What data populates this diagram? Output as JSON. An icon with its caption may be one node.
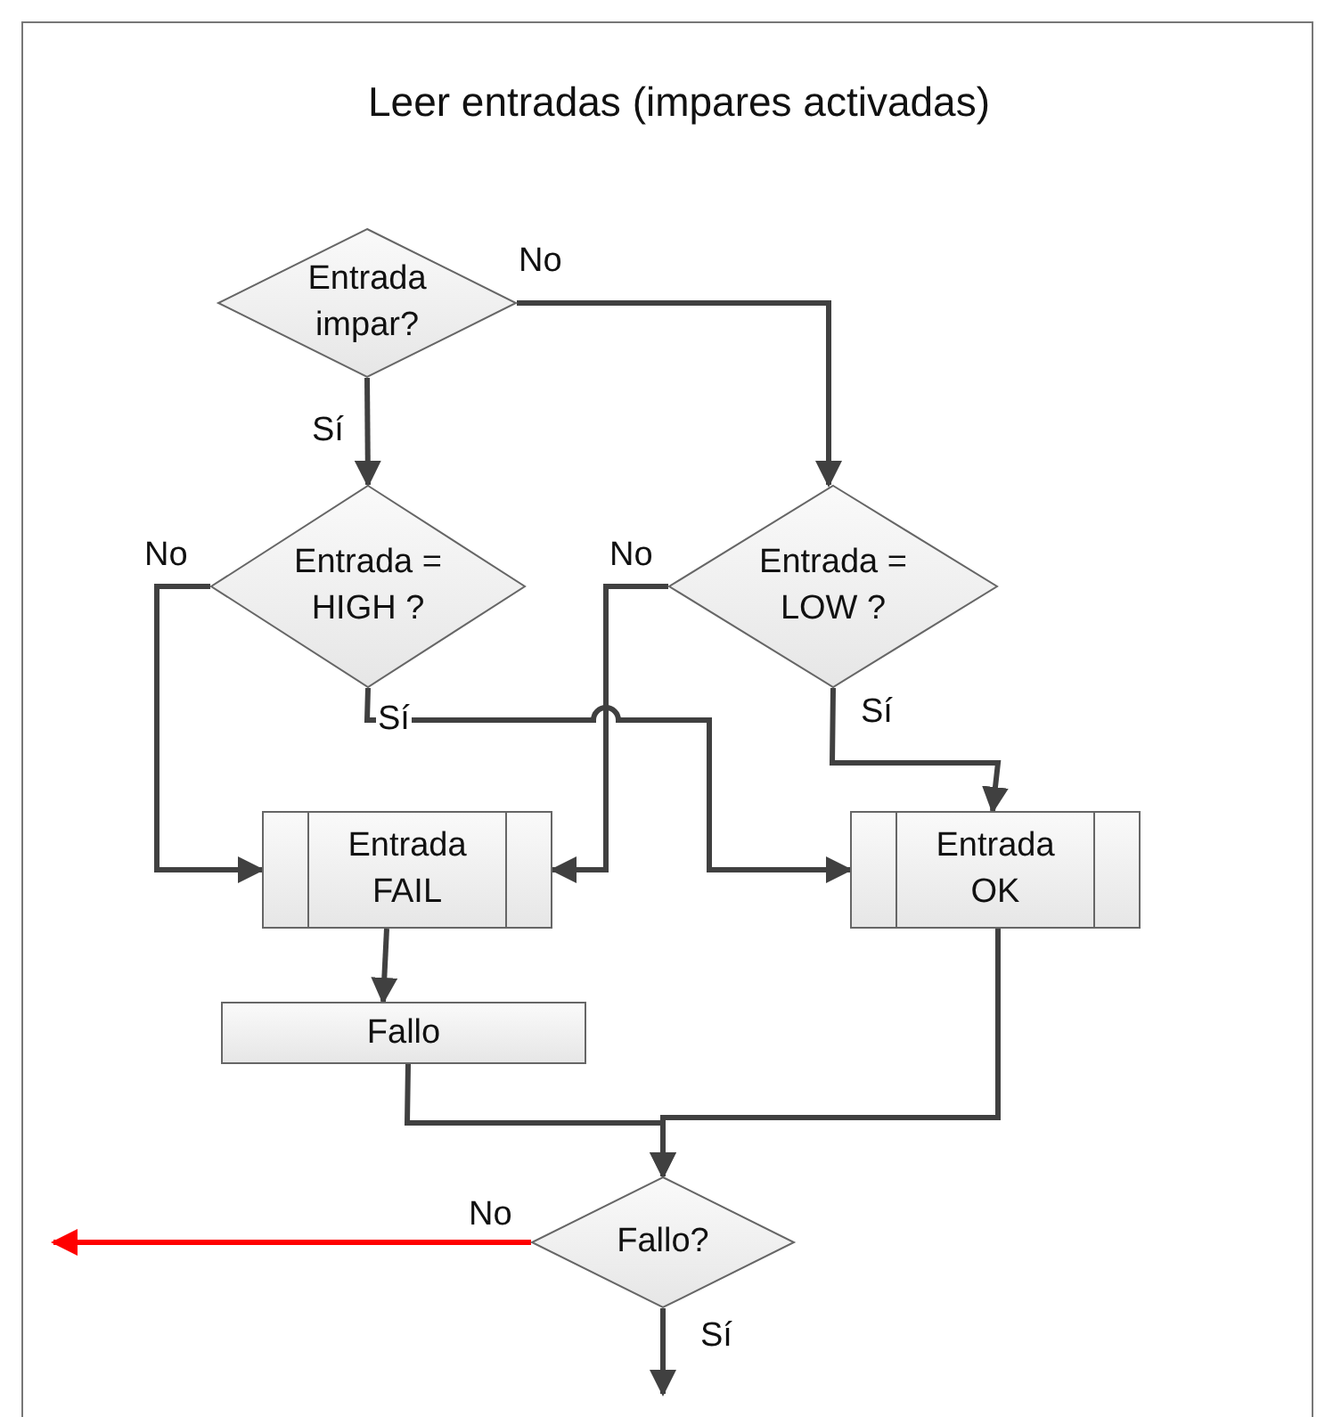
{
  "diagram": {
    "title": "Leer entradas (impares activadas)",
    "nodes": [
      {
        "text": [
          "Entrada impar?"
        ]
      },
      {
        "text": [
          "Entrada = HIGH ?"
        ]
      },
      {
        "text": [
          "Entrada = LOW ?"
        ]
      },
      {
        "text": [
          "Entrada FAIL"
        ]
      },
      {
        "text": [
          "Entrada OK"
        ]
      },
      {
        "text": [
          "Fallo"
        ]
      },
      {
        "text": [
          "Fallo?"
        ]
      }
    ],
    "edges": [
      {
        "from": 0,
        "to": 2,
        "arrow": "to",
        "label": "No"
      },
      {
        "from": 0,
        "to": 1,
        "arrow": "to",
        "label": "Sí"
      },
      {
        "from": 1,
        "to": 3,
        "arrow": "to",
        "label": "No"
      },
      {
        "from": 1,
        "to": 4,
        "arrow": "to",
        "label": "Sí"
      },
      {
        "from": 2,
        "to": 3,
        "arrow": "to",
        "label": "No"
      },
      {
        "from": 2,
        "to": 4,
        "arrow": "to",
        "label": "Sí"
      },
      {
        "from": 3,
        "to": 5,
        "arrow": "to"
      },
      {
        "from": 5,
        "to": 6,
        "arrow": "to"
      },
      {
        "from": 4,
        "to": 6,
        "arrow": "to"
      },
      {
        "from": 6,
        "to": null,
        "arrow": "to",
        "label": "No",
        "color": "#ff0000"
      },
      {
        "from": 6,
        "to": null,
        "arrow": "to",
        "label": "Sí"
      }
    ]
  }
}
